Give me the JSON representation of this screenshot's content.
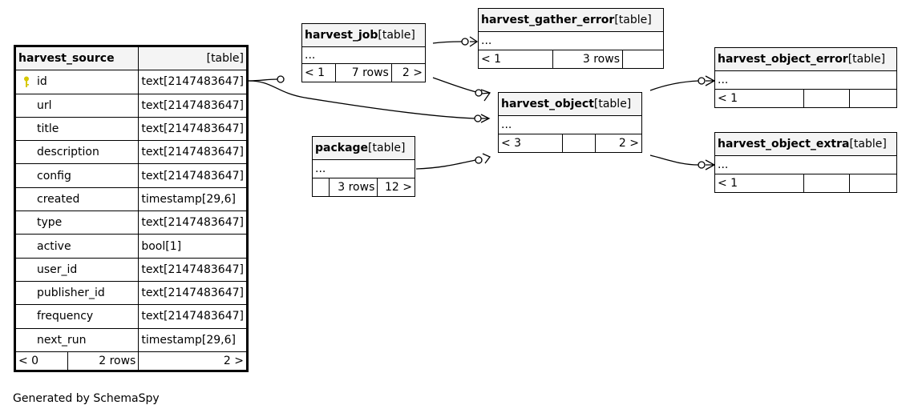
{
  "footer": "Generated by SchemaSpy",
  "colors": {
    "primary_key_icon": "#d6c800",
    "header_bg": "#f4f4f4"
  },
  "harvest_source": {
    "name": "harvest_source",
    "kind": "[table]",
    "columns": [
      {
        "name": "id",
        "type": "text[2147483647]",
        "primary_key": true
      },
      {
        "name": "url",
        "type": "text[2147483647]"
      },
      {
        "name": "title",
        "type": "text[2147483647]"
      },
      {
        "name": "description",
        "type": "text[2147483647]"
      },
      {
        "name": "config",
        "type": "text[2147483647]"
      },
      {
        "name": "created",
        "type": "timestamp[29,6]"
      },
      {
        "name": "type",
        "type": "text[2147483647]"
      },
      {
        "name": "active",
        "type": "bool[1]"
      },
      {
        "name": "user_id",
        "type": "text[2147483647]"
      },
      {
        "name": "publisher_id",
        "type": "text[2147483647]"
      },
      {
        "name": "frequency",
        "type": "text[2147483647]"
      },
      {
        "name": "next_run",
        "type": "timestamp[29,6]"
      }
    ],
    "footer": {
      "parents": "< 0",
      "rows": "2 rows",
      "children": "2 >"
    }
  },
  "harvest_job": {
    "name": "harvest_job",
    "kind": "[table]",
    "body": "...",
    "footer": {
      "parents": "< 1",
      "rows": "7 rows",
      "children": "2 >"
    }
  },
  "harvest_gather_error": {
    "name": "harvest_gather_error",
    "kind": "[table]",
    "body": "...",
    "footer": {
      "parents": "< 1",
      "rows": "3 rows",
      "children": ""
    }
  },
  "harvest_object": {
    "name": "harvest_object",
    "kind": "[table]",
    "body": "...",
    "footer": {
      "parents": "< 3",
      "rows": "",
      "children": "2 >"
    }
  },
  "package": {
    "name": "package",
    "kind": "[table]",
    "body": "...",
    "footer": {
      "parents": "",
      "rows": "3 rows",
      "children": "12 >"
    }
  },
  "harvest_object_error": {
    "name": "harvest_object_error",
    "kind": "[table]",
    "body": "...",
    "footer": {
      "parents": "< 1",
      "rows": "",
      "children": ""
    }
  },
  "harvest_object_extra": {
    "name": "harvest_object_extra",
    "kind": "[table]",
    "body": "...",
    "footer": {
      "parents": "< 1",
      "rows": "",
      "children": ""
    }
  },
  "relationships": [
    {
      "from": "harvest_source",
      "to": "harvest_job"
    },
    {
      "from": "harvest_source",
      "to": "harvest_object"
    },
    {
      "from": "harvest_job",
      "to": "harvest_gather_error"
    },
    {
      "from": "harvest_job",
      "to": "harvest_object"
    },
    {
      "from": "package",
      "to": "harvest_object"
    },
    {
      "from": "harvest_object",
      "to": "harvest_object_error"
    },
    {
      "from": "harvest_object",
      "to": "harvest_object_extra"
    }
  ]
}
